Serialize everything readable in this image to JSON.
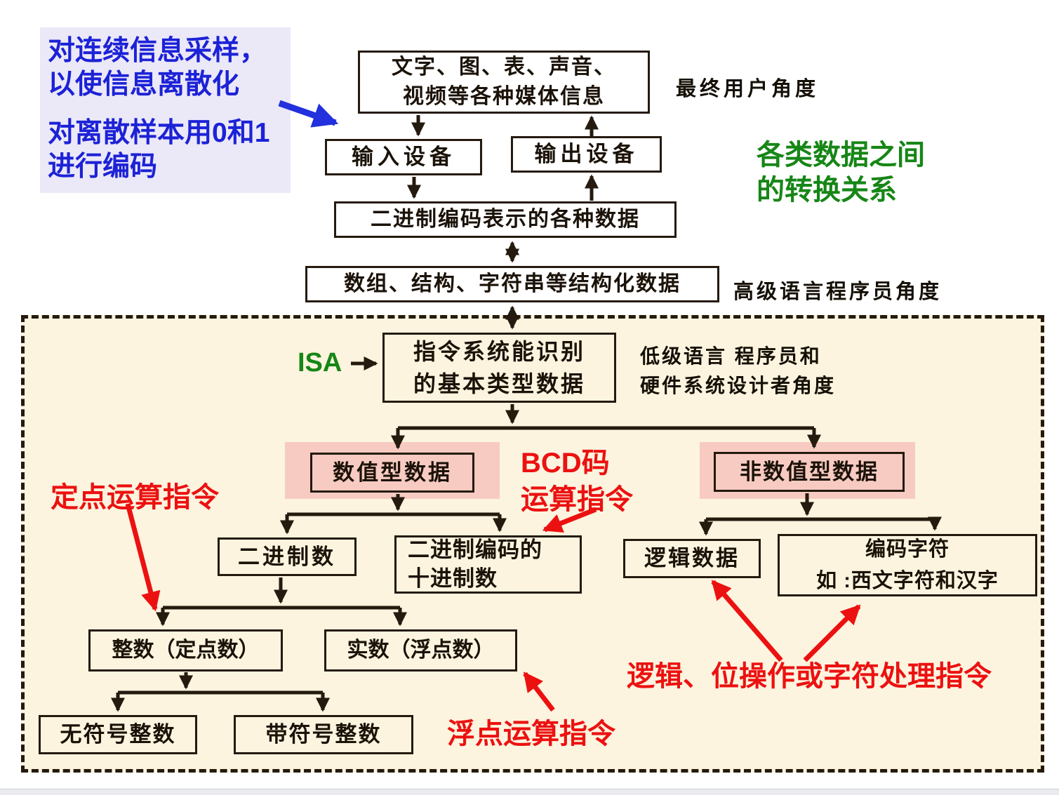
{
  "title": "数据类型及各类数据之间的转换关系图",
  "note": {
    "para1": "对连续信息采样，\n以使信息离散化",
    "para2": "对离散样本用0和1\n进行编码"
  },
  "nodes": {
    "media": "文字、图、表、声音、\n视频等各种媒体信息",
    "input_device": "输入设备",
    "output_device": "输出设备",
    "binary_coded": "二进制编码表示的各种数据",
    "structured": "数组、结构、字符串等结构化数据",
    "isa_types": "指令系统能识别\n的基本类型数据",
    "numeric": "数值型数据",
    "non_numeric": "非数值型数据",
    "binary_number": "二进制数",
    "bcd_number": "二进制编码的\n十进制数",
    "logical": "逻辑数据",
    "coded_chars": "编码字符\n如 :西文字符和汉字",
    "integer_fixed": "整数（定点数）",
    "real_float": "实数（浮点数）",
    "unsigned_int": "无符号整数",
    "signed_int": "带符号整数"
  },
  "labels": {
    "end_user": "最终用户角度",
    "conversion": "各类数据之间\n的转换关系",
    "hll_programmer": "高级语言程序员角度",
    "lll_programmer": "低级语言 程序员和\n硬件系统设计者角度",
    "isa": "ISA"
  },
  "annotations": {
    "fixed_point_instr": "定点运算指令",
    "bcd_instr": "BCD码\n运算指令",
    "float_instr": "浮点运算指令",
    "logic_instr": "逻辑、位操作或字符处理指令"
  },
  "colors": {
    "note_text_blue": "#1c22d6",
    "green": "#168616",
    "annotation_red": "#ec1111",
    "pink_highlight": "#f8cbc2",
    "region_cream": "#fcf4df",
    "note_lavender": "#ebe8f8",
    "line_black": "#241a0e"
  }
}
